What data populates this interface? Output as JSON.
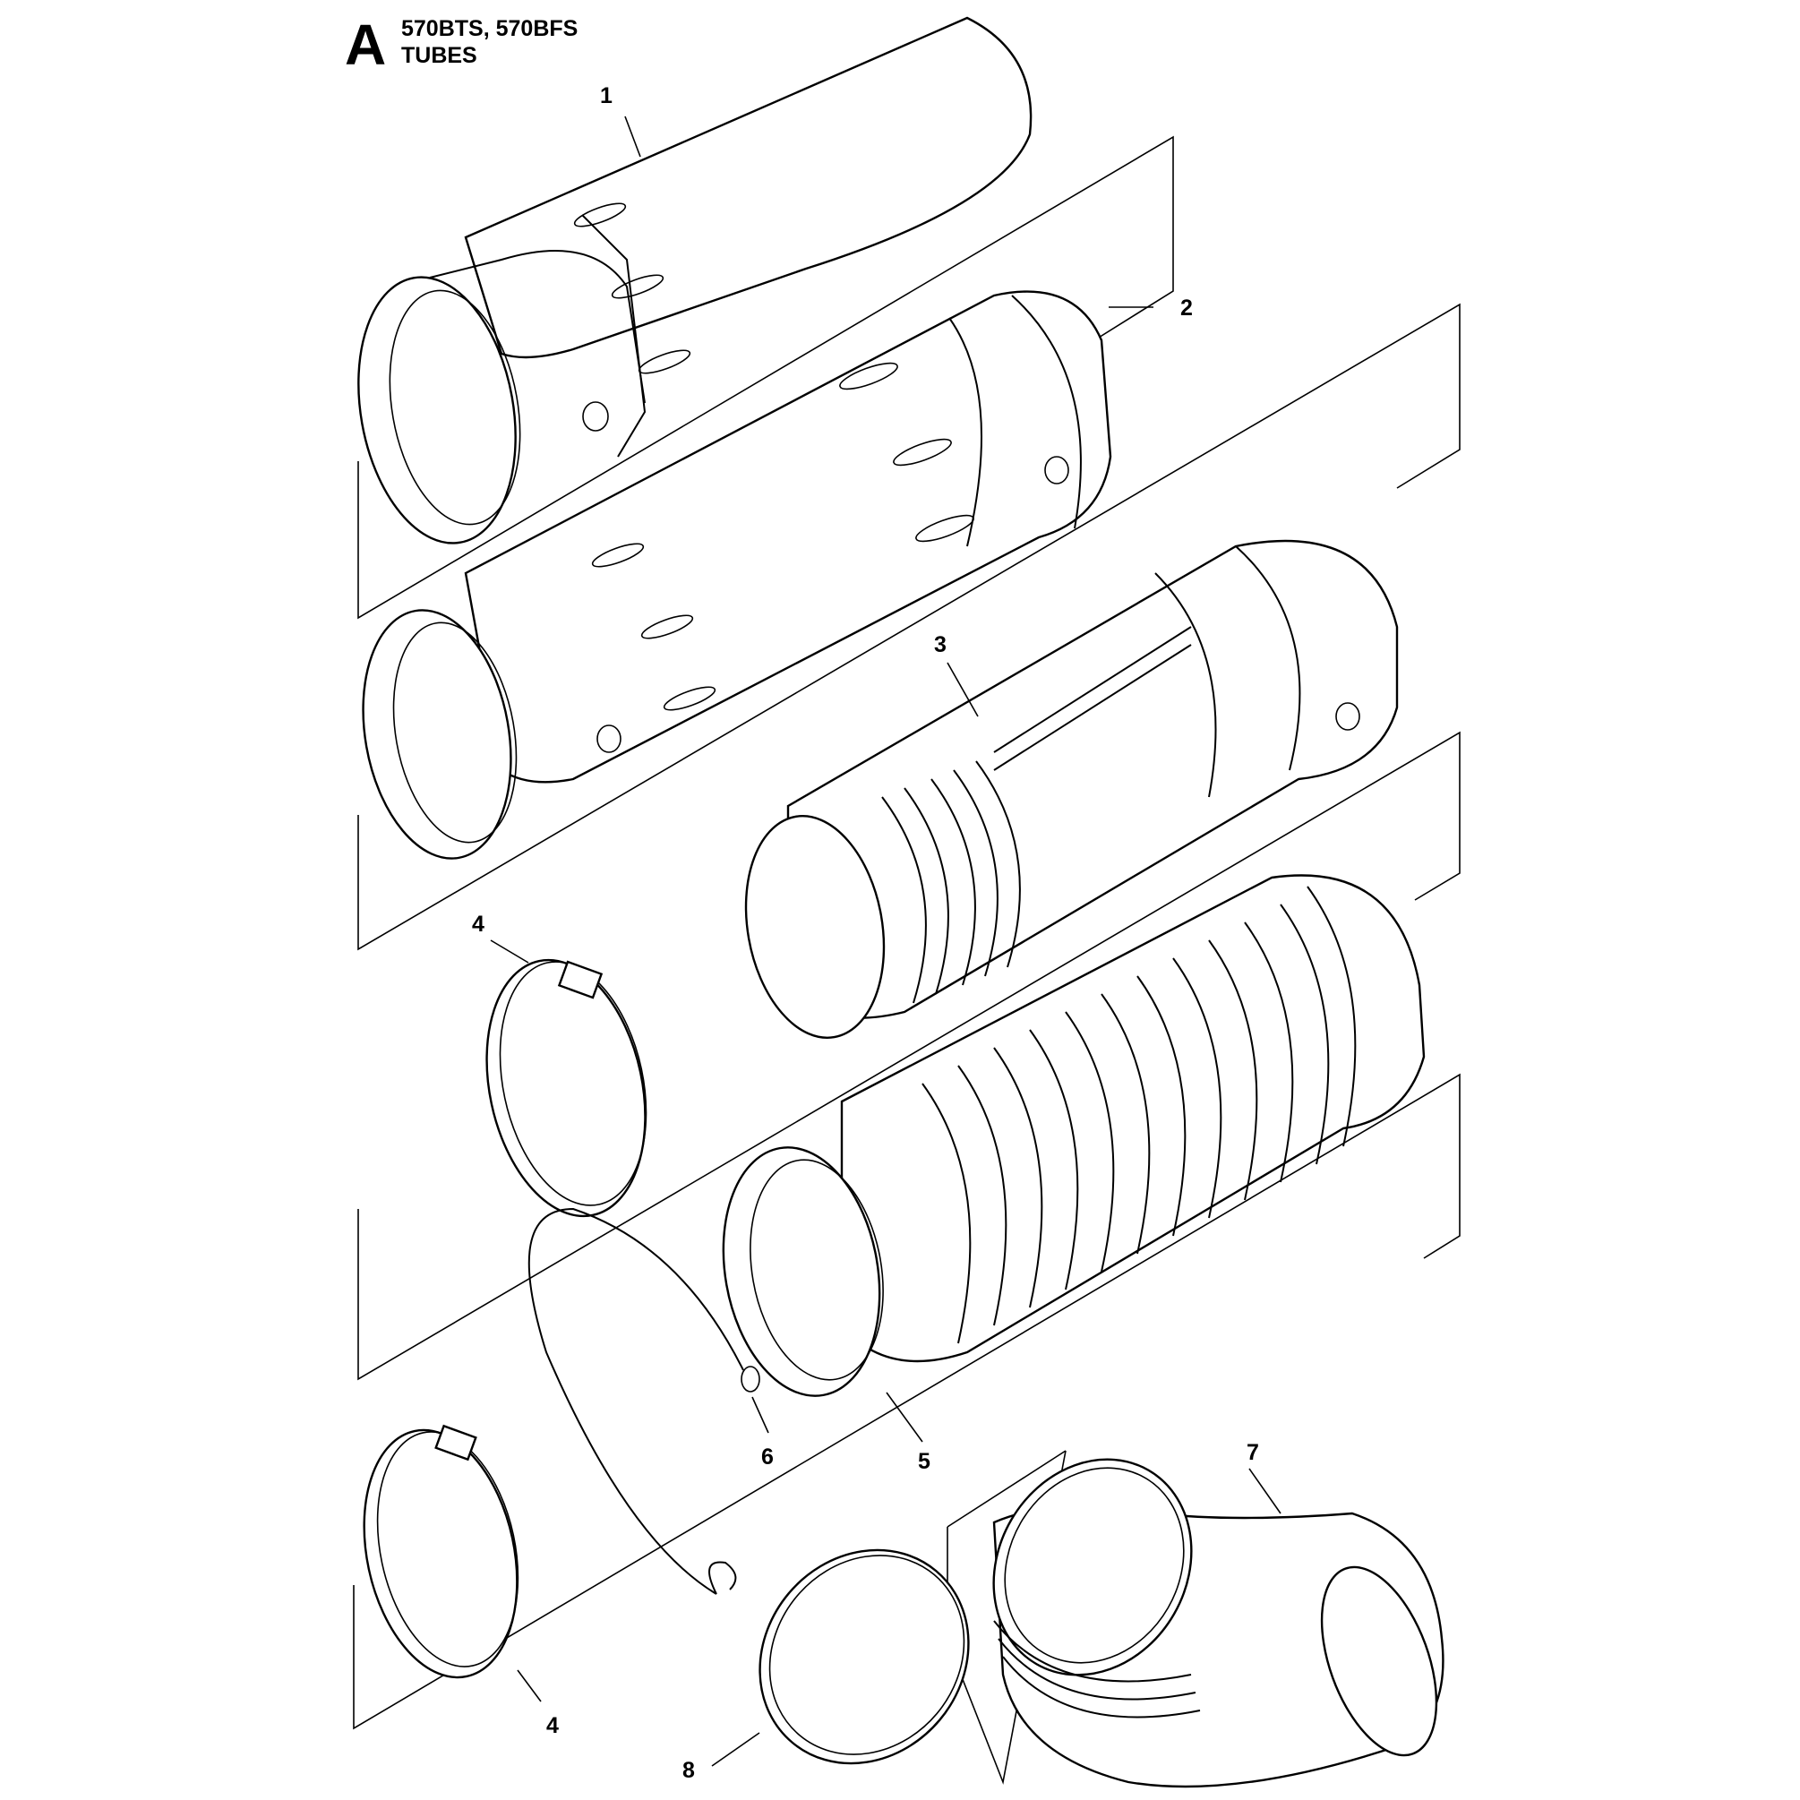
{
  "header": {
    "section_letter": "A",
    "model_line": "570BTS, 570BFS",
    "group_line": "TUBES"
  },
  "callouts": [
    {
      "id": "1",
      "label": "1"
    },
    {
      "id": "2",
      "label": "2"
    },
    {
      "id": "3",
      "label": "3"
    },
    {
      "id": "4a",
      "label": "4"
    },
    {
      "id": "5",
      "label": "5"
    },
    {
      "id": "6",
      "label": "6"
    },
    {
      "id": "4b",
      "label": "4"
    },
    {
      "id": "7",
      "label": "7"
    },
    {
      "id": "8",
      "label": "8"
    }
  ]
}
